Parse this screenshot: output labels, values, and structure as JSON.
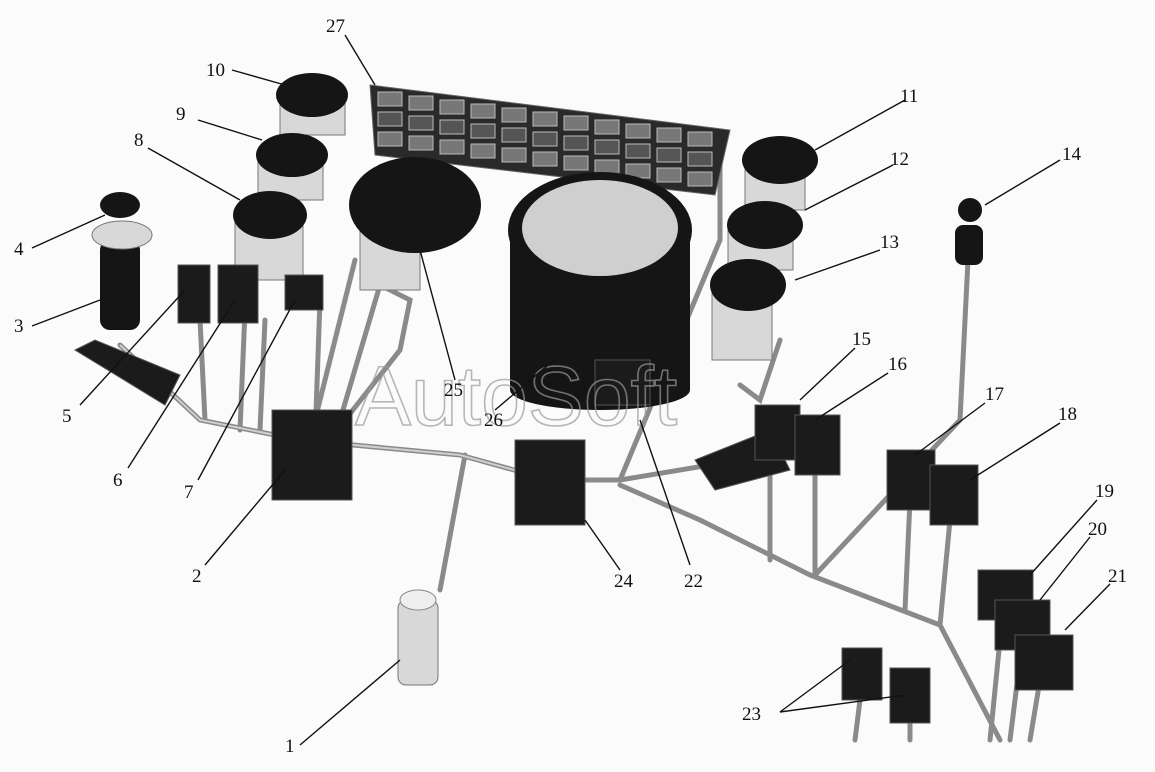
{
  "diagram": {
    "watermark": "AutoSoft",
    "callouts": [
      "1",
      "2",
      "3",
      "4",
      "5",
      "6",
      "7",
      "8",
      "9",
      "10",
      "11",
      "12",
      "13",
      "14",
      "15",
      "16",
      "17",
      "18",
      "19",
      "20",
      "21",
      "22",
      "23",
      "24",
      "25",
      "26",
      "27"
    ]
  }
}
